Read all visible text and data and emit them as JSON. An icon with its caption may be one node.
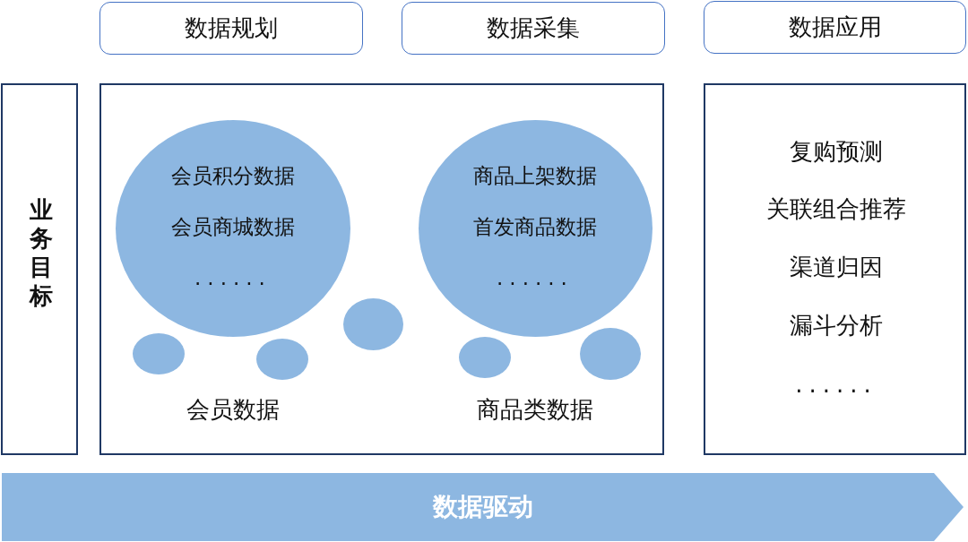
{
  "diagram": {
    "nodes": [
      {
        "text": [
          "数据规划"
        ]
      },
      {
        "text": [
          "数据采集"
        ]
      },
      {
        "text": [
          "数据应用"
        ]
      },
      {
        "text": [
          "业务目标"
        ]
      },
      {
        "text": [
          "会员数据",
          "商品类数据"
        ]
      },
      {
        "text": [
          "会员积分数据",
          "会员商城数据",
          "......"
        ],
        "in": 4
      },
      {
        "text": [
          "商品上架数据",
          "首发商品数据",
          "......"
        ],
        "in": 4
      },
      {
        "text": [],
        "shape": "circle",
        "in": 4
      },
      {
        "text": [],
        "shape": "circle",
        "in": 4
      },
      {
        "text": [],
        "shape": "circle",
        "in": 4
      },
      {
        "text": [],
        "shape": "circle",
        "in": 4
      },
      {
        "text": [],
        "shape": "circle",
        "in": 4
      },
      {
        "text": [
          "复购预测",
          "关联组合推荐",
          "渠道归因",
          "漏斗分析",
          "......"
        ]
      },
      {
        "text": [
          "数据驱动"
        ]
      }
    ]
  }
}
